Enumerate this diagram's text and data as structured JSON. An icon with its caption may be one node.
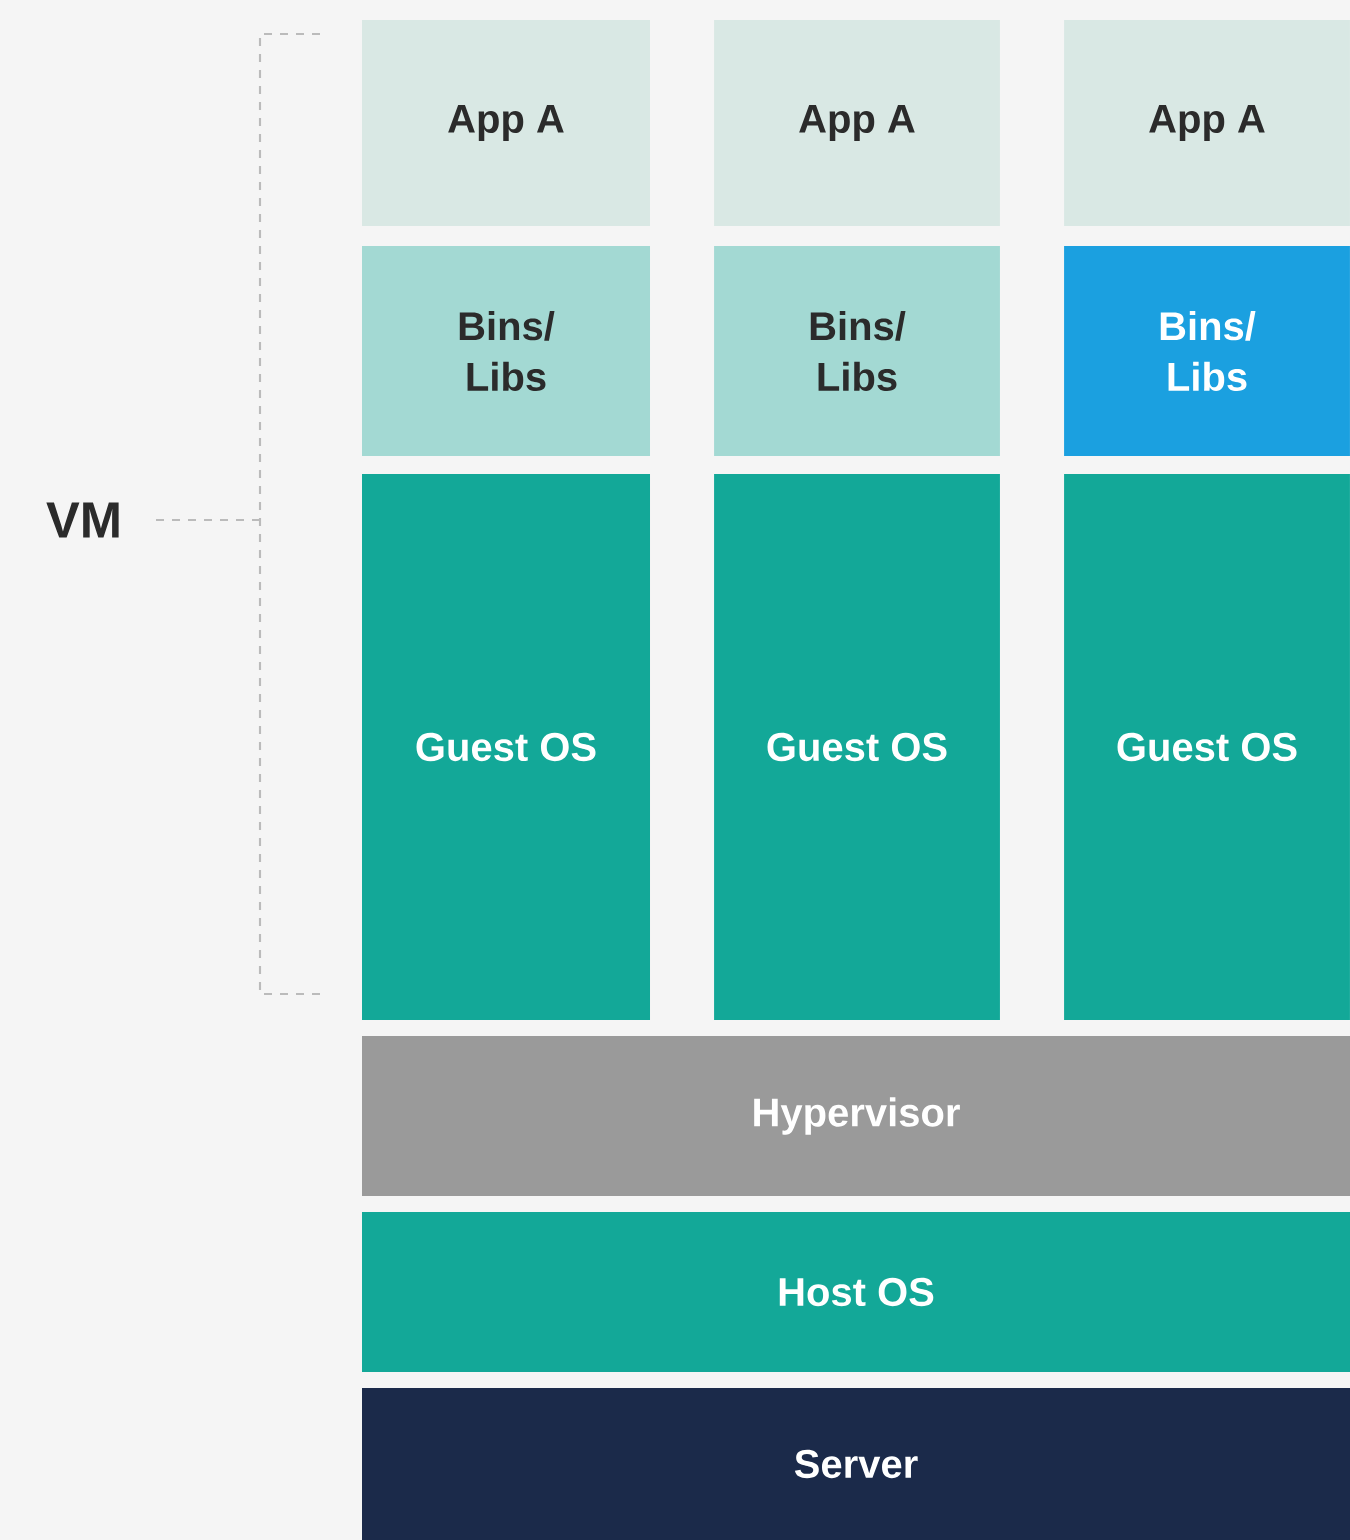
{
  "diagram": {
    "nodes": [
      {
        "text": [
          "App A"
        ]
      },
      {
        "text": [
          "App A"
        ]
      },
      {
        "text": [
          "App A"
        ]
      },
      {
        "text": [
          "Bins/ Libs"
        ]
      },
      {
        "text": [
          "Bins/ Libs"
        ]
      },
      {
        "text": [
          "Bins/ Libs"
        ]
      },
      {
        "text": [
          "Guest OS"
        ]
      },
      {
        "text": [
          "Guest OS"
        ]
      },
      {
        "text": [
          "Guest OS"
        ]
      },
      {
        "text": [
          "Hypervisor"
        ]
      },
      {
        "text": [
          "Host OS"
        ]
      },
      {
        "text": [
          "Server"
        ]
      }
    ],
    "labels": [
      "VM"
    ]
  }
}
